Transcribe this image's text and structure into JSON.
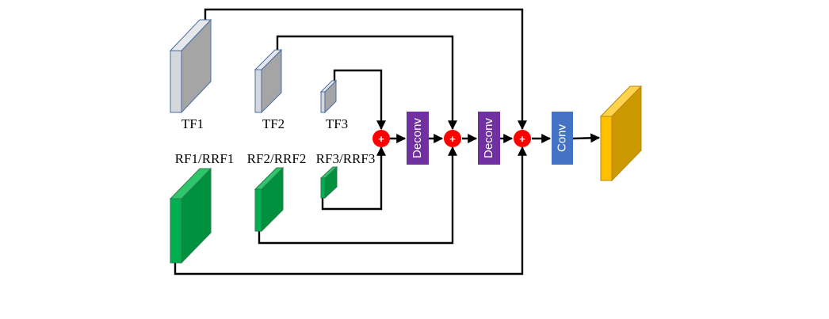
{
  "colors": {
    "tf_front": "#d4d7dc",
    "tf_side": "#a5a5a5",
    "tf_top": "#e6e8ec",
    "tf_outline": "#4a6fa5",
    "rf_front": "#00b050",
    "rf_side": "#00913f",
    "rf_top": "#2ec66b",
    "rf_outline": "#2e7d4f",
    "out_front": "#ffc000",
    "out_side": "#cc9900",
    "out_top": "#ffd34d",
    "out_outline": "#b8860b",
    "deconv": "#7030a0",
    "conv": "#4472c4",
    "adder": "#ff0000",
    "wire": "#000000"
  },
  "labels": {
    "tf1": "TF1",
    "tf2": "TF2",
    "tf3": "TF3",
    "rf1": "RF1/RRF1",
    "rf2": "RF2/RRF2",
    "rf3": "RF3/RRF3"
  },
  "blocks": {
    "deconv1": "Deconv",
    "deconv2": "Deconv",
    "conv": "Conv"
  },
  "adder_symbol": "+"
}
